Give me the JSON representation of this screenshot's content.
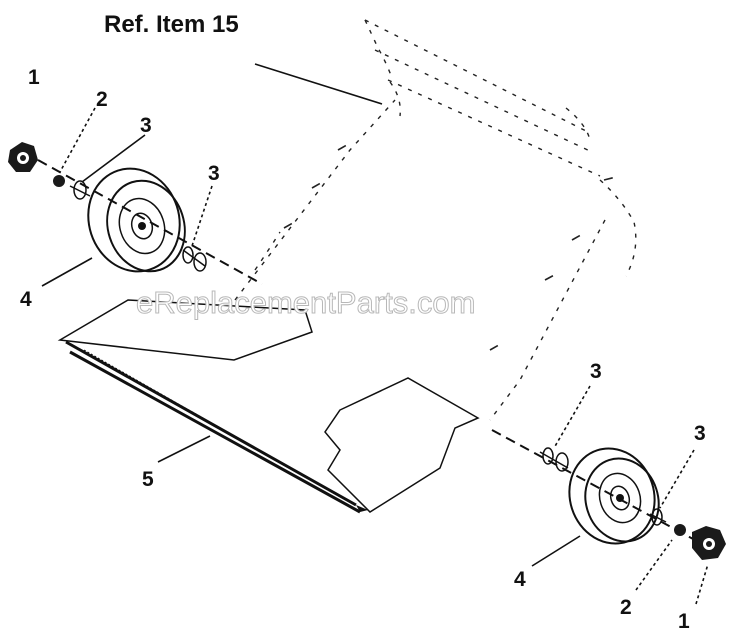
{
  "diagram": {
    "ref_label": "Ref. Item 15",
    "watermark": "eReplacementParts.com",
    "callouts": {
      "left_nut": "1",
      "left_washer": "2",
      "left_spacer_outer": "3",
      "left_spacer_inner": "3",
      "left_wheel": "4",
      "axle": "5",
      "right_spacer_inner": "3",
      "right_spacer_outer": "3",
      "right_wheel": "4",
      "right_washer": "2",
      "right_nut": "1"
    }
  }
}
